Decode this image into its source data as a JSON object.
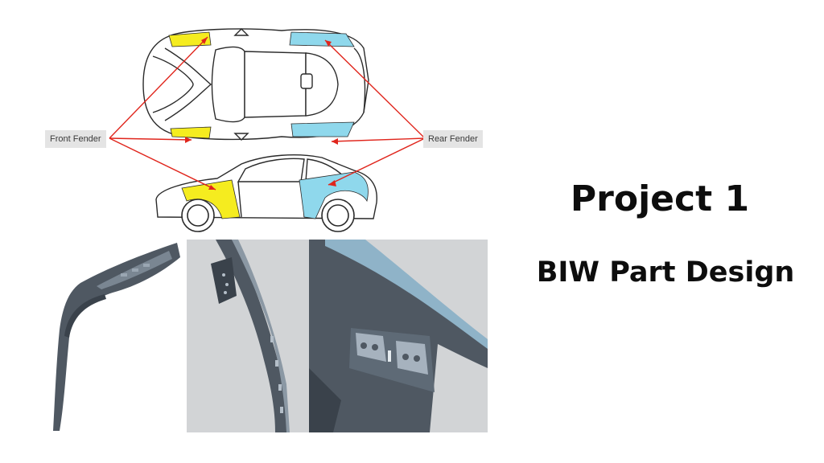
{
  "labels": {
    "front_fender": "Front Fender",
    "rear_fender": "Rear Fender"
  },
  "heading": {
    "title": "Project 1",
    "subtitle": "BIW Part Design"
  },
  "colors": {
    "front_fender_highlight": "#f5ec1f",
    "rear_fender_highlight": "#8fd8ec",
    "arrow": "#e0251c",
    "outline": "#2a2a2a",
    "photo_background": "#d2d4d6",
    "part_surface": "#4f5862"
  }
}
